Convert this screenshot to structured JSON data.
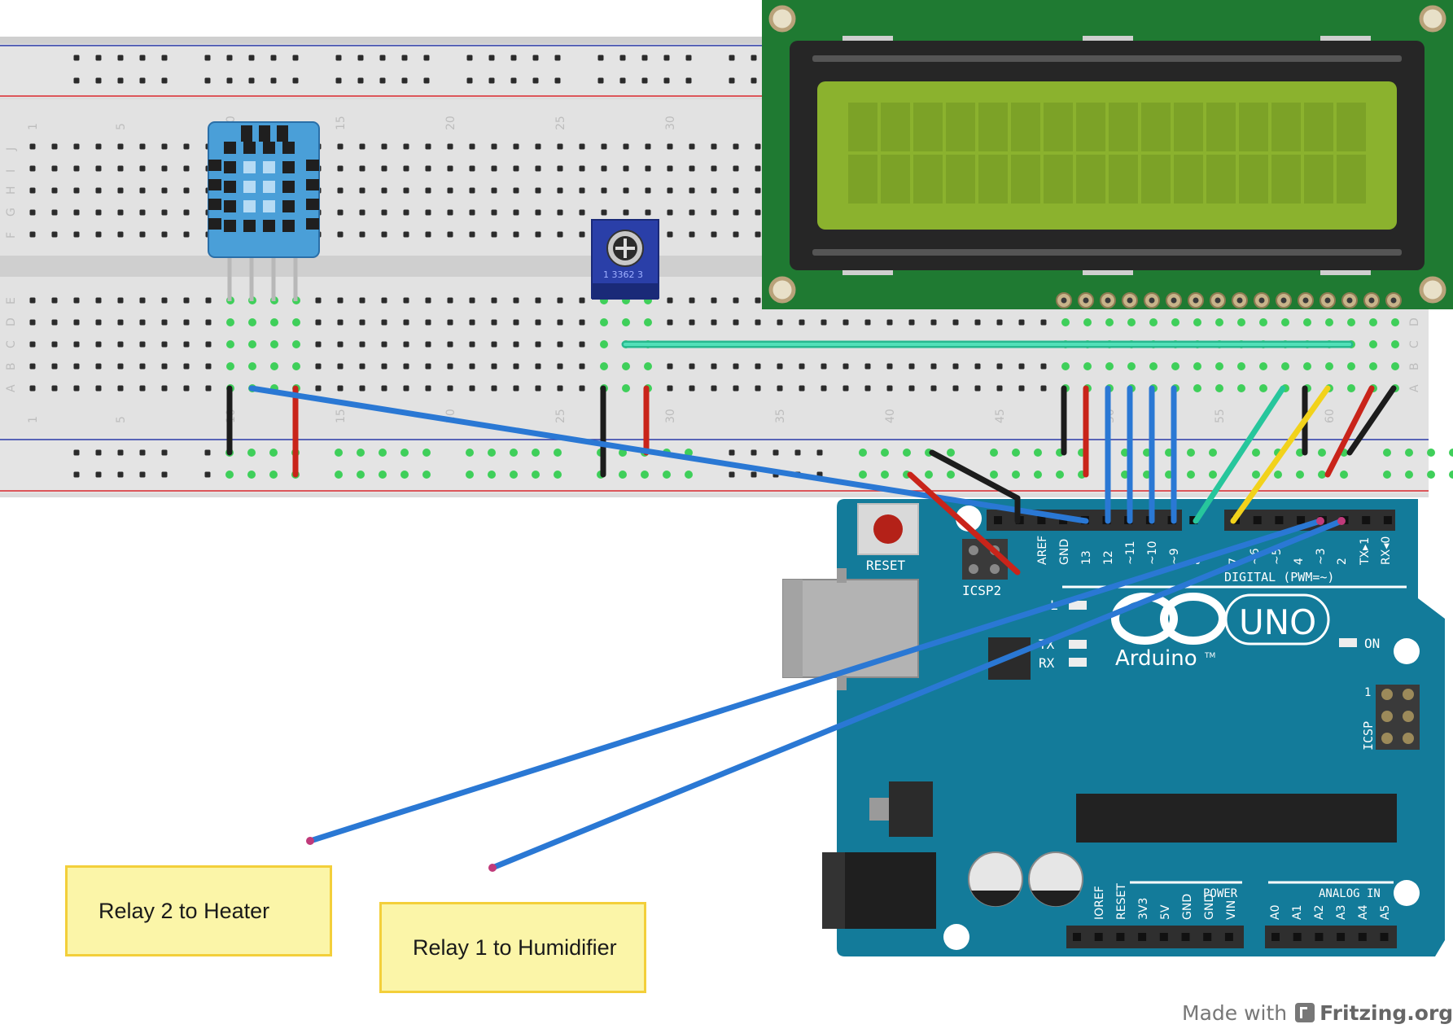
{
  "notes": {
    "heater": "Relay 2 to Heater",
    "humidifier": "Relay 1 to Humidifier"
  },
  "credit": {
    "prefix": "Made with",
    "brand": "Fritzing.org"
  },
  "breadboard": {
    "row_letters_top": [
      "J",
      "I",
      "H",
      "G",
      "F"
    ],
    "row_letters_bottom": [
      "E",
      "D",
      "C",
      "B",
      "A"
    ],
    "column_numbers_top": [
      "1",
      "5",
      "10",
      "15",
      "20",
      "25",
      "30"
    ],
    "column_numbers_bottom": [
      "1",
      "5",
      "10",
      "15",
      "20",
      "25",
      "30",
      "35",
      "40",
      "45",
      "50",
      "55",
      "60"
    ]
  },
  "potentiometer": {
    "label": "1 3362 3"
  },
  "arduino": {
    "reset_label": "RESET",
    "icsp2_label": "ICSP2",
    "icsp_label": "ICSP",
    "icsp_pin1": "1",
    "brand": "Arduino",
    "tm": "TM",
    "model": "UNO",
    "on_label": "ON",
    "tx_label": "TX",
    "rx_label": "RX",
    "l_label": "L",
    "digital_header": "DIGITAL (PWM=~)",
    "digital_pins": [
      "AREF",
      "GND",
      "13",
      "12",
      "~11",
      "~10",
      "~9",
      "8",
      "7",
      "~6",
      "~5",
      "4",
      "~3",
      "2",
      "TX▸1",
      "RX◂0"
    ],
    "power_header": "POWER",
    "power_pins": [
      "IOREF",
      "RESET",
      "3V3",
      "5V",
      "GND",
      "GND",
      "VIN"
    ],
    "analog_header": "ANALOG IN",
    "analog_pins": [
      "A0",
      "A1",
      "A2",
      "A3",
      "A4",
      "A5"
    ]
  },
  "colors": {
    "breadboard": "#dcdcdc",
    "rail_red": "#d9262c",
    "rail_blue": "#2a3aa8",
    "lcd_pcb": "#1f7a32",
    "lcd_screen": "#8bb22e",
    "dht_body": "#4a9fd8",
    "arduino_board": "#137b9a",
    "wire_blue": "#2a78d4",
    "wire_teal": "#2ac7a0",
    "wire_yellow": "#f2d21b",
    "wire_red": "#d02418",
    "wire_black": "#1c1c1c"
  }
}
